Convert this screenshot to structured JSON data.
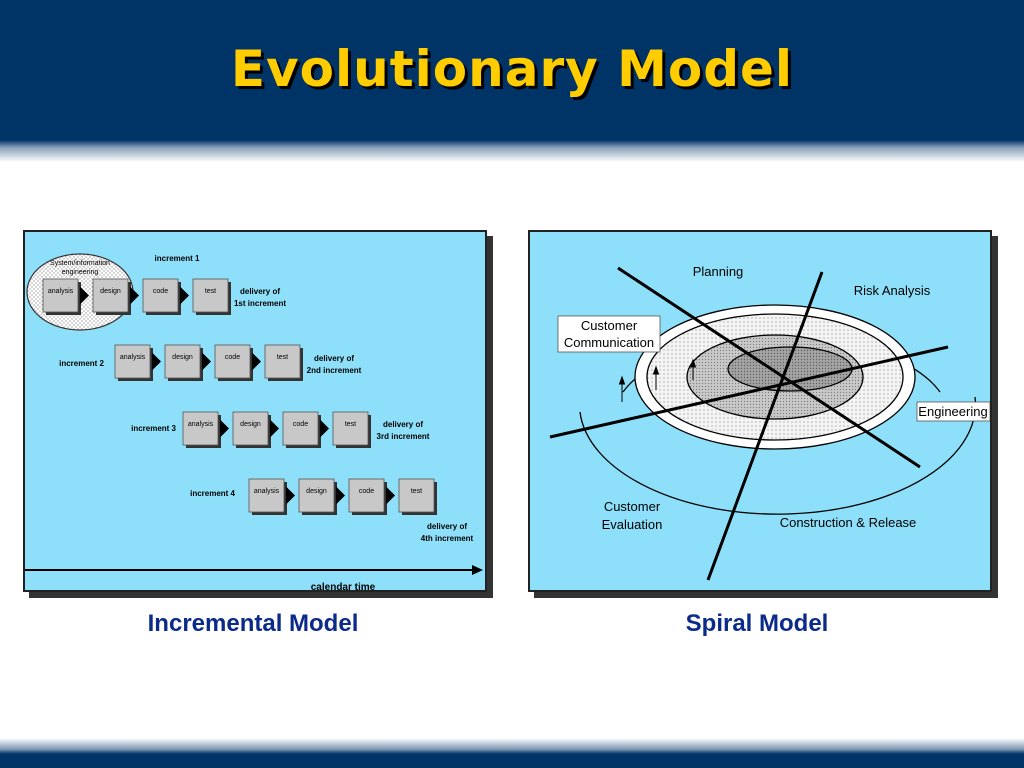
{
  "title": "Evolutionary Model",
  "incremental": {
    "caption": "Incremental Model",
    "system_label": [
      "System/information",
      "engineering"
    ],
    "calendar_label": "calendar time",
    "rows": [
      {
        "label": "increment 1",
        "stages": [
          "analysis",
          "design",
          "code",
          "test"
        ],
        "delivery": [
          "delivery of",
          "1st increment"
        ]
      },
      {
        "label": "increment 2",
        "stages": [
          "analysis",
          "design",
          "code",
          "test"
        ],
        "delivery": [
          "delivery of",
          "2nd increment"
        ]
      },
      {
        "label": "increment 3",
        "stages": [
          "analysis",
          "design",
          "code",
          "test"
        ],
        "delivery": [
          "delivery of",
          "3rd increment"
        ]
      },
      {
        "label": "increment 4",
        "stages": [
          "analysis",
          "design",
          "code",
          "test"
        ],
        "delivery": [
          "delivery of",
          "4th increment"
        ]
      }
    ]
  },
  "spiral": {
    "caption": "Spiral Model",
    "planning": "Planning",
    "risk": "Risk Analysis",
    "communication": [
      "Customer",
      "Communication"
    ],
    "engineering": "Engineering",
    "evaluation": [
      "Customer",
      "Evaluation"
    ],
    "construction": "Construction & Release"
  }
}
